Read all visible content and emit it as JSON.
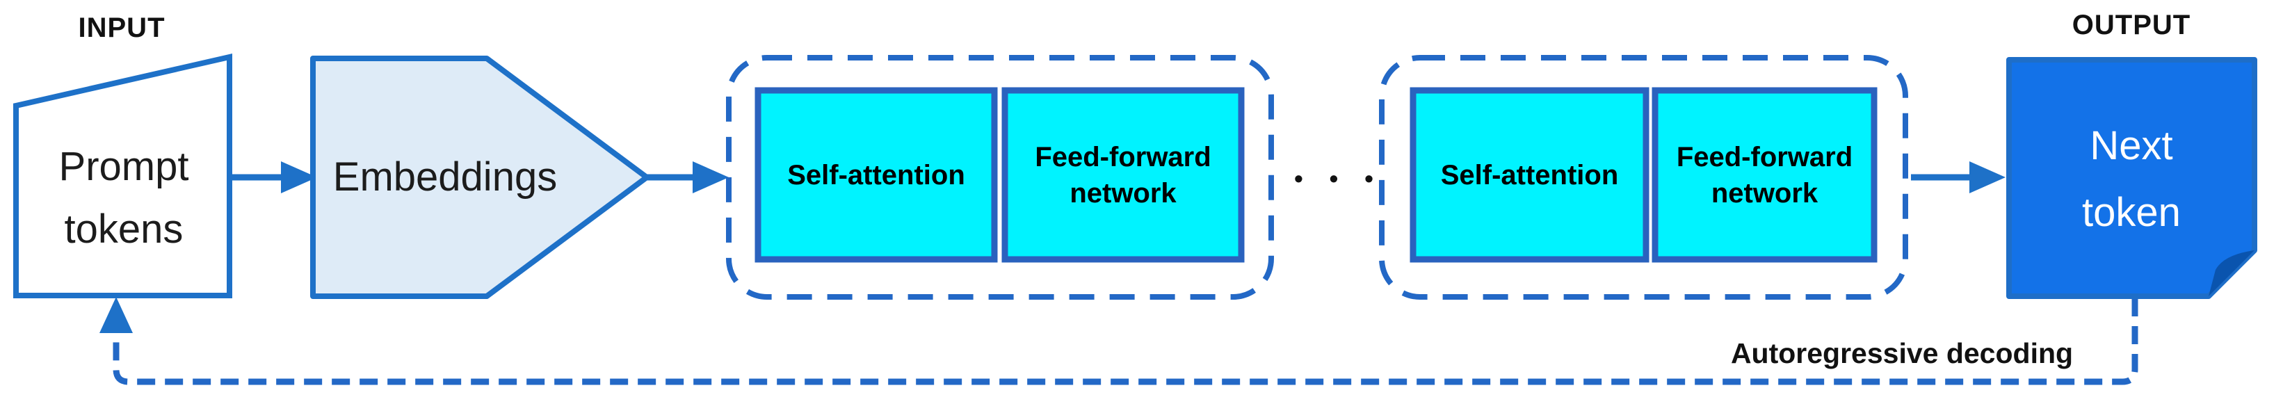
{
  "diagram": {
    "input_caption": "INPUT",
    "output_caption": "OUTPUT",
    "prompt_box_label": "Prompt tokens",
    "embeddings_box_label": "Embeddings",
    "layers": [
      {
        "self_attention": "Self-attention",
        "feed_forward": "Feed-forward network"
      },
      {
        "self_attention": "Self-attention",
        "feed_forward": "Feed-forward network"
      }
    ],
    "ellipsis": "• • •",
    "next_token_box_label": "Next token",
    "loop_caption": "Autoregressive decoding"
  },
  "colors": {
    "solid_blue": "#1E71C8",
    "dash_blue": "#2368C6",
    "cyan_fill": "#00F3FF",
    "cyan_border": "#2A62BE",
    "light_blue_fill": "#DEEBF7",
    "next_token_fill": "#1372E8",
    "next_token_border": "#1E6EC8",
    "fold_shade": "#0A54AE",
    "text_color": "#141414",
    "next_token_text": "#FFFFFF"
  }
}
